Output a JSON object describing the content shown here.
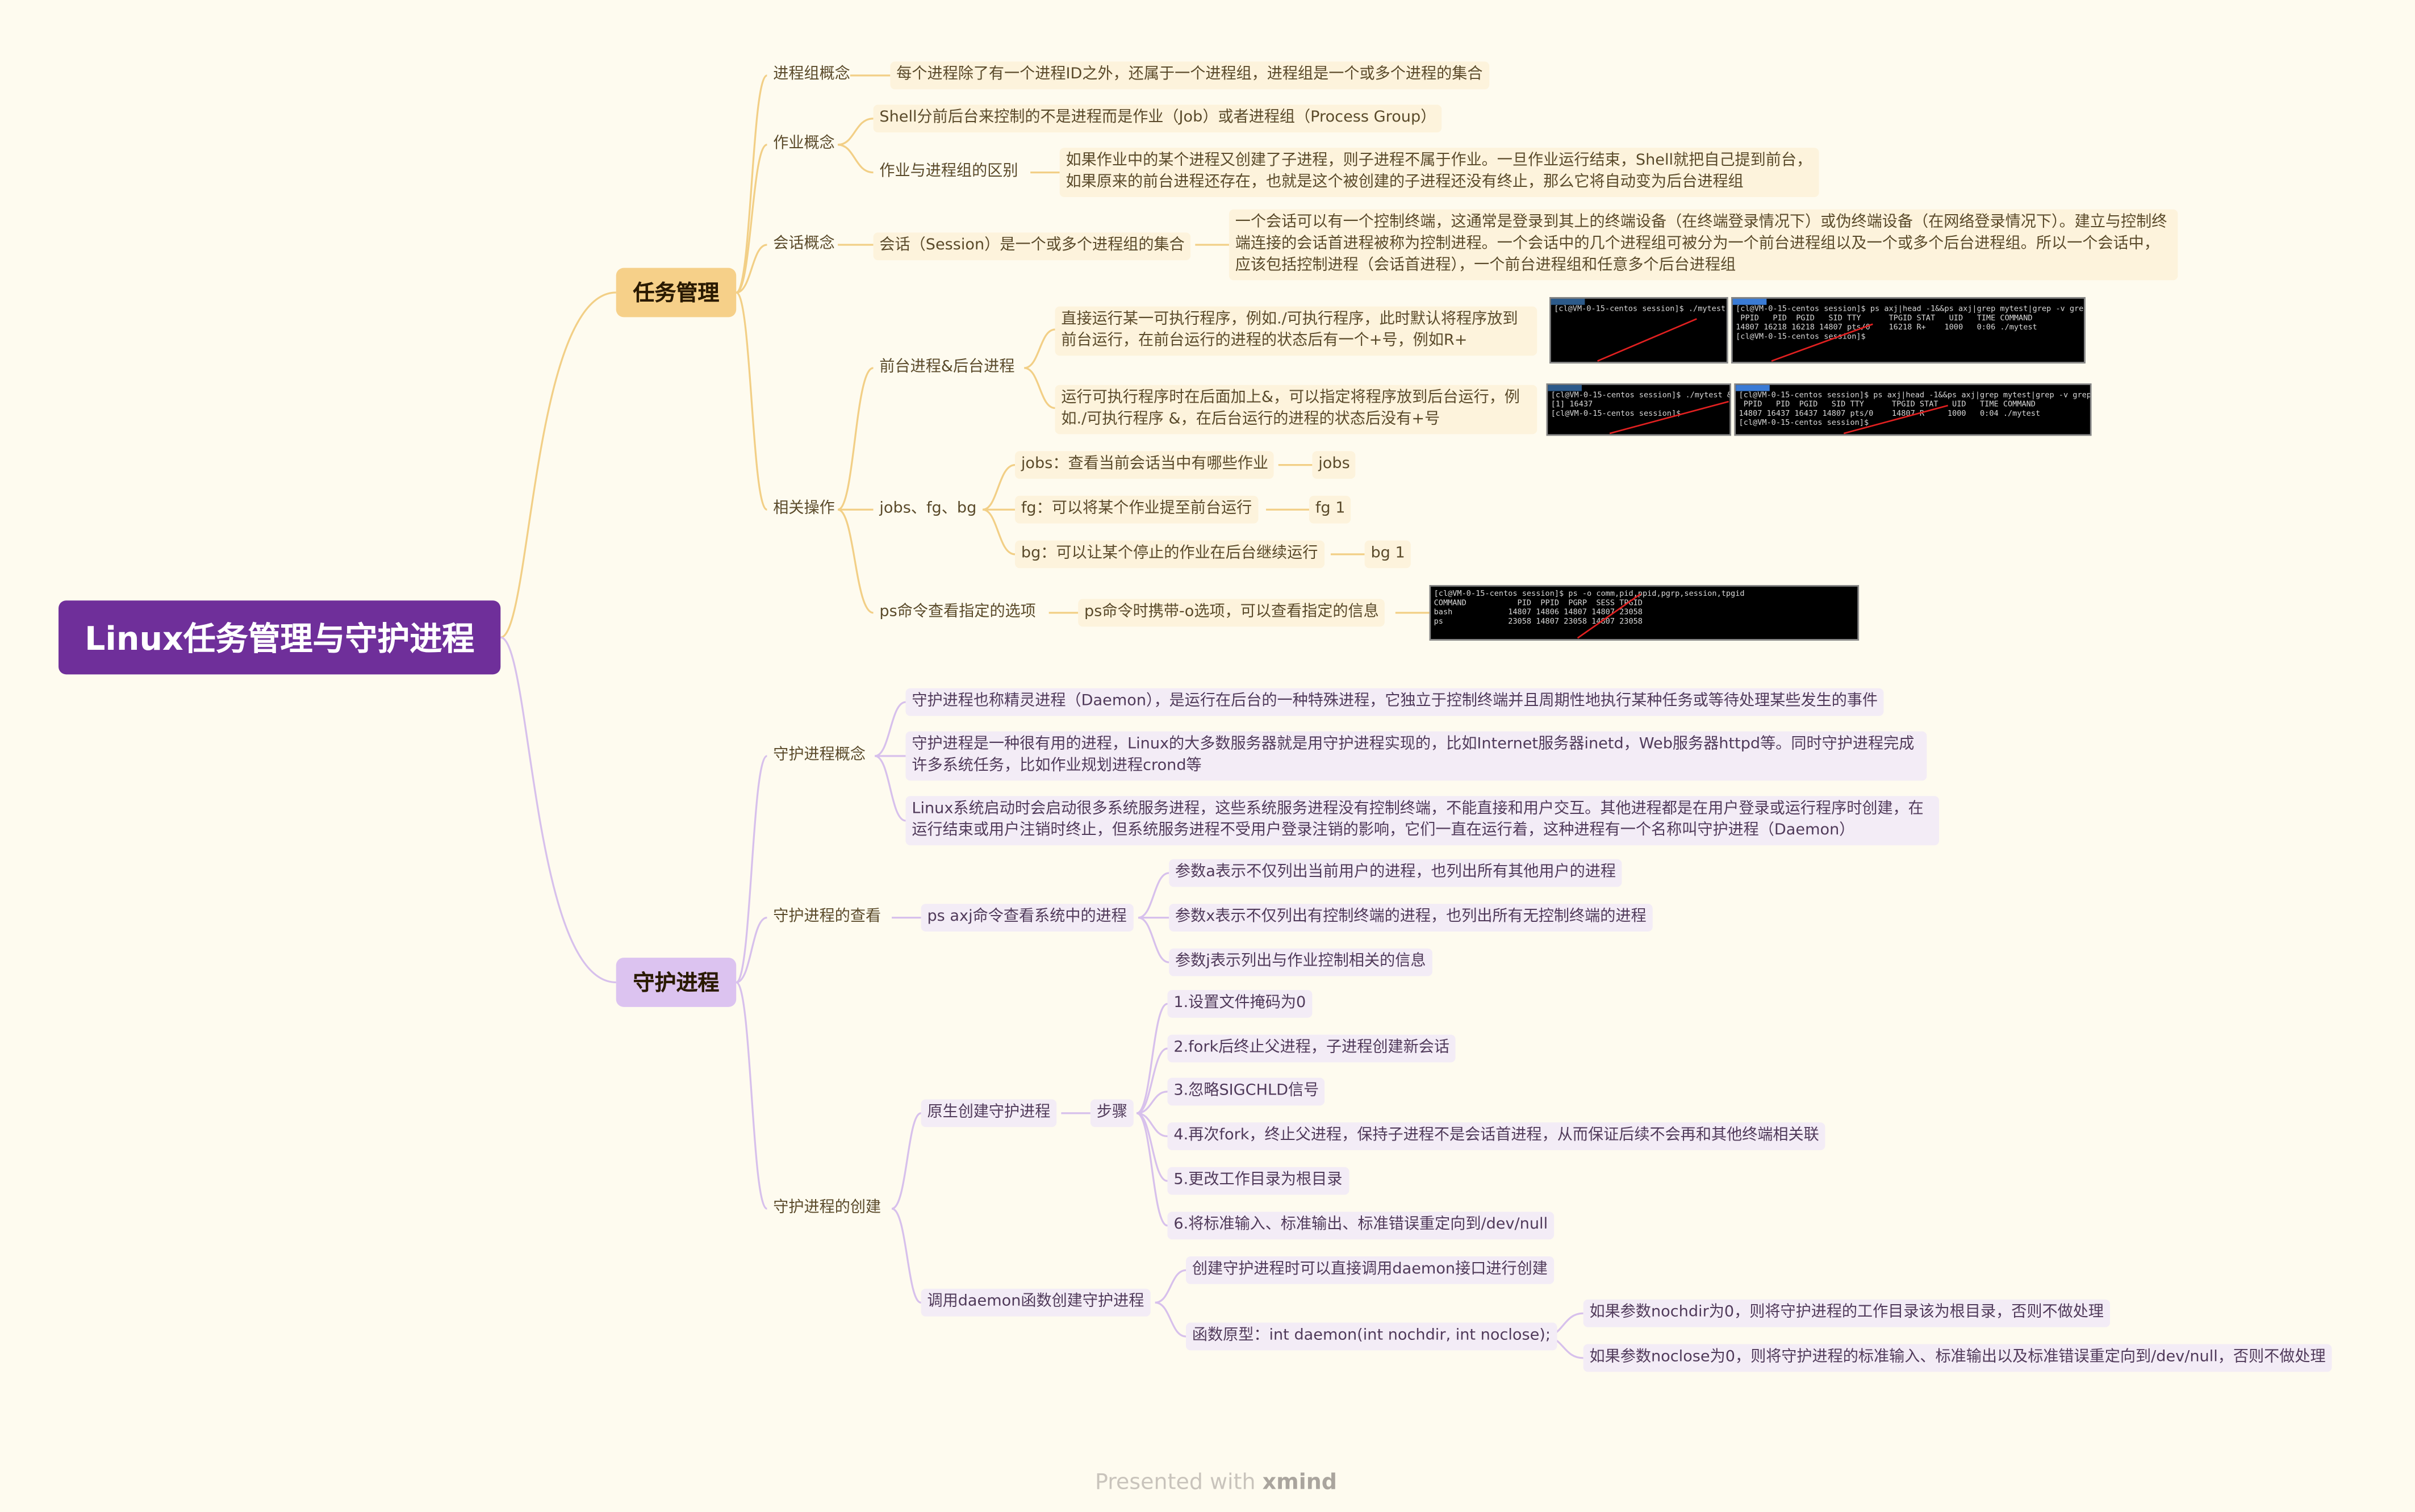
{
  "root": {
    "title": "Linux任务管理与守护进程"
  },
  "branches": {
    "task": {
      "label": "任务管理",
      "color": "#f6d089",
      "concepts": {
        "pgroup": {
          "label": "进程组概念",
          "desc": "每个进程除了有一个进程ID之外，还属于一个进程组，进程组是一个或多个进程的集合"
        },
        "job": {
          "label": "作业概念",
          "desc": "Shell分前后台来控制的不是进程而是作业（Job）或者进程组（Process Group）",
          "diff_label": "作业与进程组的区别",
          "diff_desc": "如果作业中的某个进程又创建了子进程，则子进程不属于作业。一旦作业运行结束，Shell就把自己提到前台，如果原来的前台进程还存在，也就是这个被创建的子进程还没有终止，那么它将自动变为后台进程组"
        },
        "session": {
          "label": "会话概念",
          "def": "会话（Session）是一个或多个进程组的集合",
          "desc": "一个会话可以有一个控制终端，这通常是登录到其上的终端设备（在终端登录情况下）或伪终端设备（在网络登录情况下）。建立与控制终端连接的会话首进程被称为控制进程。一个会话中的几个进程组可被分为一个前台进程组以及一个或多个后台进程组。所以一个会话中，应该包括控制进程（会话首进程），一个前台进程组和任意多个后台进程组"
        }
      },
      "ops": {
        "label": "相关操作",
        "fgbg": {
          "label": "前台进程&后台进程",
          "fg_desc": "直接运行某一可执行程序，例如./可执行程序，此时默认将程序放到前台运行，在前台运行的进程的状态后有一个+号，例如R+",
          "bg_desc": "运行可执行程序时在后面加上&，可以指定将程序放到后台运行，例如./可执行程序 &，在后台运行的进程的状态后没有+号"
        },
        "jobcmds": {
          "label": "jobs、fg、bg",
          "items": [
            {
              "desc": "jobs：查看当前会话当中有哪些作业",
              "cmd": "jobs"
            },
            {
              "desc": "fg：可以将某个作业提至前台运行",
              "cmd": "fg 1"
            },
            {
              "desc": "bg：可以让某个停止的作业在后台继续运行",
              "cmd": "bg 1"
            }
          ]
        },
        "ps": {
          "label": "ps命令查看指定的选项",
          "desc": "ps命令时携带-o选项，可以查看指定的信息"
        }
      }
    },
    "daemon": {
      "label": "守护进程",
      "color": "#dcc3f0",
      "concept": {
        "label": "守护进程概念",
        "items": [
          "守护进程也称精灵进程（Daemon），是运行在后台的一种特殊进程，它独立于控制终端并且周期性地执行某种任务或等待处理某些发生的事件",
          "守护进程是一种很有用的进程，Linux的大多数服务器就是用守护进程实现的，比如Internet服务器inetd，Web服务器httpd等。同时守护进程完成许多系统任务，比如作业规划进程crond等",
          "Linux系统启动时会启动很多系统服务进程，这些系统服务进程没有控制终端，不能直接和用户交互。其他进程都是在用户登录或运行程序时创建，在运行结束或用户注销时终止，但系统服务进程不受用户登录注销的影响，它们一直在运行着，这种进程有一个名称叫守护进程（Daemon）"
        ]
      },
      "view": {
        "label": "守护进程的查看",
        "cmd": "ps axj命令查看系统中的进程",
        "params": [
          "参数a表示不仅列出当前用户的进程，也列出所有其他用户的进程",
          "参数x表示不仅列出有控制终端的进程，也列出所有无控制终端的进程",
          "参数j表示列出与作业控制相关的信息"
        ]
      },
      "create": {
        "label": "守护进程的创建",
        "native": {
          "label": "原生创建守护进程",
          "steps_label": "步骤",
          "steps": [
            "1.设置文件掩码为0",
            "2.fork后终止父进程，子进程创建新会话",
            "3.忽略SIGCHLD信号",
            "4.再次fork，终止父进程，保持子进程不是会话首进程，从而保证后续不会再和其他终端相关联",
            "5.更改工作目录为根目录",
            "6.将标准输入、标准输出、标准错误重定向到/dev/null"
          ]
        },
        "daemonfn": {
          "label": "调用daemon函数创建守护进程",
          "desc": "创建守护进程时可以直接调用daemon接口进行创建",
          "proto": "函数原型：int daemon(int nochdir, int noclose);",
          "args": [
            "如果参数nochdir为0，则将守护进程的工作目录该为根目录，否则不做处理",
            "如果参数noclose为0，则将守护进程的标准输入、标准输出以及标准错误重定向到/dev/null，否则不做处理"
          ]
        }
      }
    }
  },
  "terminals": {
    "fg_left": [
      "[cl@VM-0-15-centos session]$ ./mytest"
    ],
    "fg_right": [
      "[cl@VM-0-15-centos session]$ ps axj|head -1&&ps axj|grep mytest|grep -v grep",
      " PPID   PID  PGID   SID TTY      TPGID STAT   UID   TIME COMMAND",
      "14807 16218 16218 14807 pts/0    16218 R+    1000   0:06 ./mytest",
      "[cl@VM-0-15-centos session]$ "
    ],
    "bg_left": [
      "[cl@VM-0-15-centos session]$ ./mytest &",
      "[1] 16437",
      "[cl@VM-0-15-centos session]$ "
    ],
    "bg_right": [
      "[cl@VM-0-15-centos session]$ ps axj|head -1&&ps axj|grep mytest|grep -v grep",
      " PPID   PID  PGID   SID TTY      TPGID STAT   UID   TIME COMMAND",
      "14807 16437 16437 14807 pts/0    14807 R     1000   0:04 ./mytest",
      "[cl@VM-0-15-centos session]$ "
    ],
    "ps": [
      "[cl@VM-0-15-centos session]$ ps -o comm,pid,ppid,pgrp,session,tpgid",
      "COMMAND           PID  PPID  PGRP  SESS TPGID",
      "bash            14807 14806 14807 14807 23058",
      "ps              23058 14807 23058 14807 23058"
    ]
  },
  "footer": {
    "prefix": "Presented with",
    "brand": "xmind"
  }
}
